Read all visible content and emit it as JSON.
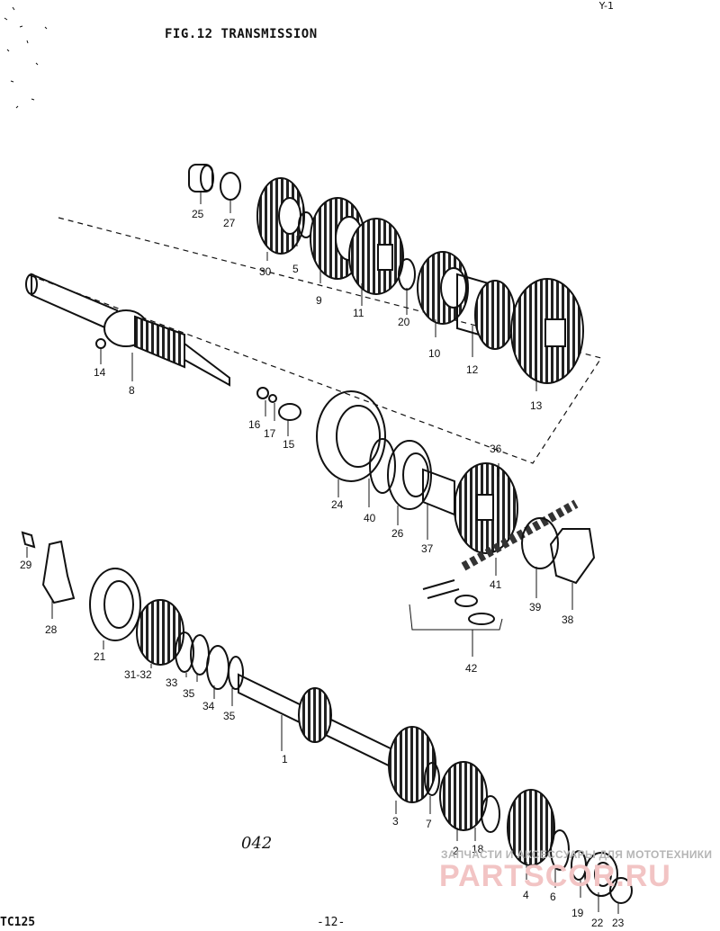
{
  "header": {
    "title": "FIG.12 TRANSMISSION",
    "corner_mark": "Y-1"
  },
  "footer": {
    "model": "TC125",
    "page": "-12-",
    "code": "042"
  },
  "watermark": {
    "line1": "ЗАПЧАСТИ И АКСЕССУАРЫ ДЛЯ МОТОТЕХНИКИ",
    "brand": "PARTSCOR.RU"
  },
  "labels": {
    "l25": "25",
    "l27": "27",
    "l30": "30",
    "l5": "5",
    "l9": "9",
    "l11": "11",
    "l20": "20",
    "l10": "10",
    "l12": "12",
    "l13": "13",
    "l14": "14",
    "l8": "8",
    "l16": "16",
    "l17": "17",
    "l15": "15",
    "l24": "24",
    "l40": "40",
    "l26": "26",
    "l37": "37",
    "l36": "36",
    "l41": "41",
    "l39": "39",
    "l38": "38",
    "l42": "42",
    "l29": "29",
    "l28": "28",
    "l21": "21",
    "l3132": "31-32",
    "l33": "33",
    "l35a": "35",
    "l34": "34",
    "l35b": "35",
    "l1": "1",
    "l3": "3",
    "l7": "7",
    "l2": "2",
    "l18": "18",
    "l4": "4",
    "l6": "6",
    "l19": "19",
    "l22": "22",
    "l23": "23"
  }
}
